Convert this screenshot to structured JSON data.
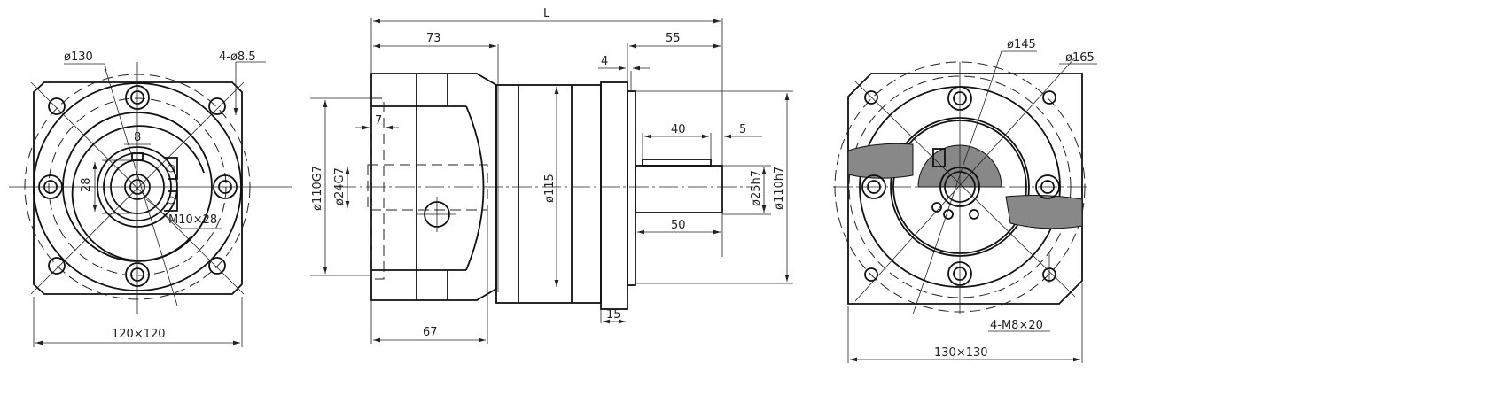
{
  "labels": {
    "front": {
      "pcd": "ø130",
      "holes": "4-ø8.5",
      "key_width": "8",
      "key_height": "28",
      "thread": "M10×28",
      "square": "120×120"
    },
    "side": {
      "total_length": "L",
      "body_length": "73",
      "shaft_length": "55",
      "pilot_length": "4",
      "input_depth": "7",
      "key_length": "40",
      "key_offset": "5",
      "input_bore": "ø110G7",
      "input_shaft": "ø24G7",
      "body_dia": "ø115",
      "output_shaft": "ø25h7",
      "output_pilot": "ø110h7",
      "shaft_span": "50",
      "flange_thickness": "15",
      "input_length": "67"
    },
    "rear": {
      "pcd_inner": "ø145",
      "pcd_outer": "ø165",
      "tapped_holes": "4-M8×20",
      "square": "130×130"
    }
  }
}
